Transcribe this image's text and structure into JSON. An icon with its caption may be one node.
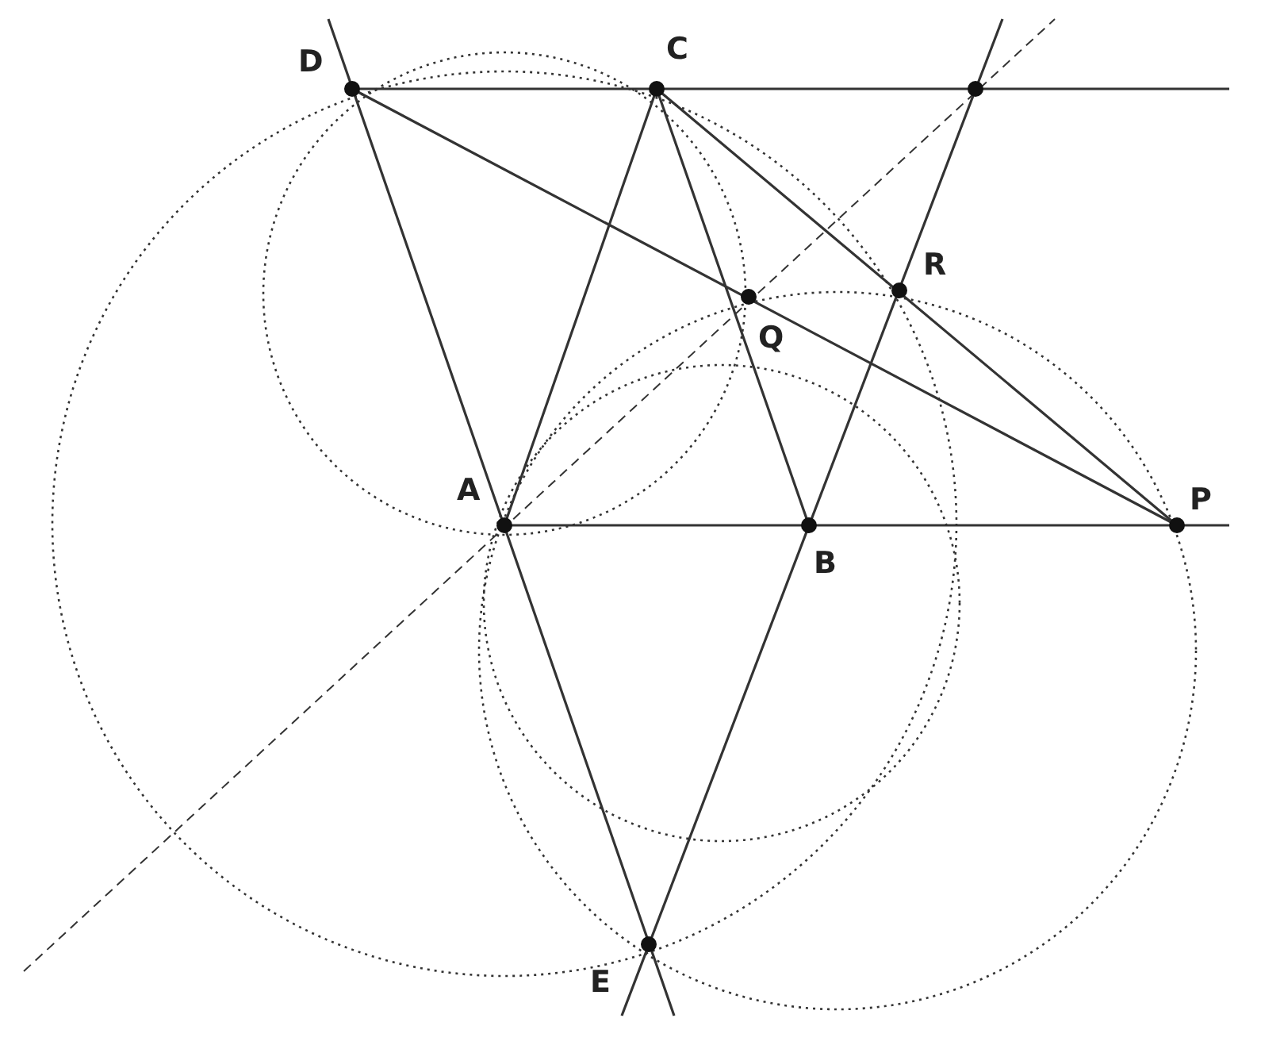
{
  "diagram": {
    "labels": [
      "D",
      "C",
      "R",
      "Q",
      "A",
      "P",
      "B",
      "E"
    ]
  }
}
